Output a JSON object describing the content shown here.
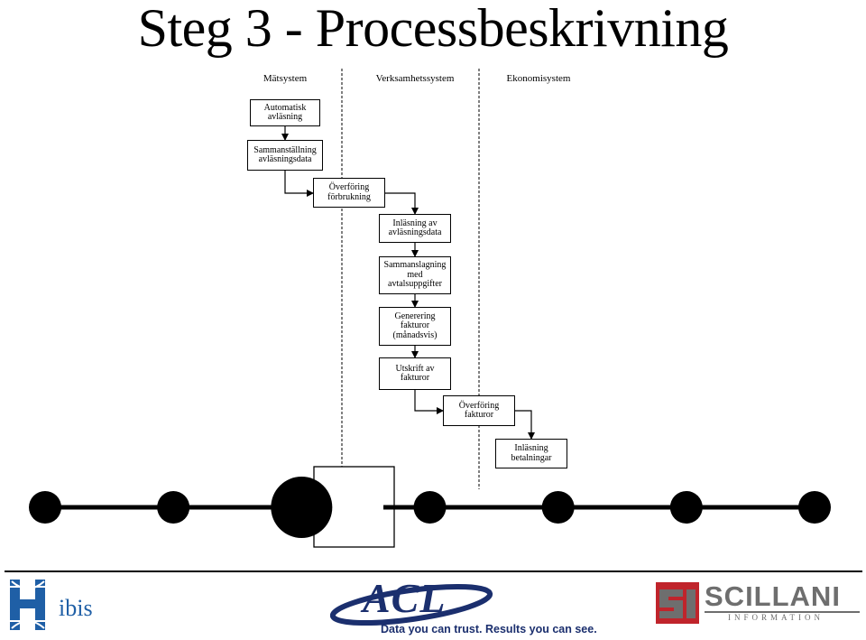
{
  "title": "Steg 3 - Processbeskrivning",
  "lanes": [
    {
      "label": "Mätsystem"
    },
    {
      "label": "Verksamhetssystem"
    },
    {
      "label": "Ekonomisystem"
    }
  ],
  "steps": [
    {
      "label": "Automatisk avläsning"
    },
    {
      "label": "Sammanställning avläsningsdata"
    },
    {
      "label": "Överföring förbrukning"
    },
    {
      "label": "Inläsning av avläsningsdata"
    },
    {
      "label": "Sammanslagning med avtalsuppgifter"
    },
    {
      "label": "Generering fakturor (månadsvis)"
    },
    {
      "label": "Utskrift av fakturor"
    },
    {
      "label": "Överföring fakturor"
    },
    {
      "label": "Inläsning betalningar"
    }
  ],
  "timeline": {
    "milestone_count": 7,
    "current_milestone": 3
  },
  "logos": {
    "hibis": "ibis",
    "acl_name": "ACL",
    "acl_tagline": "Data you can trust. Results you can see.",
    "scillani_name": "SCILLANI",
    "scillani_sub": "INFORMATION"
  },
  "colors": {
    "hibis_blue": "#1f5fa6",
    "acl_navy": "#1b2f6e",
    "scillani_red": "#c0242b",
    "scillani_gray": "#6e6e6e"
  }
}
